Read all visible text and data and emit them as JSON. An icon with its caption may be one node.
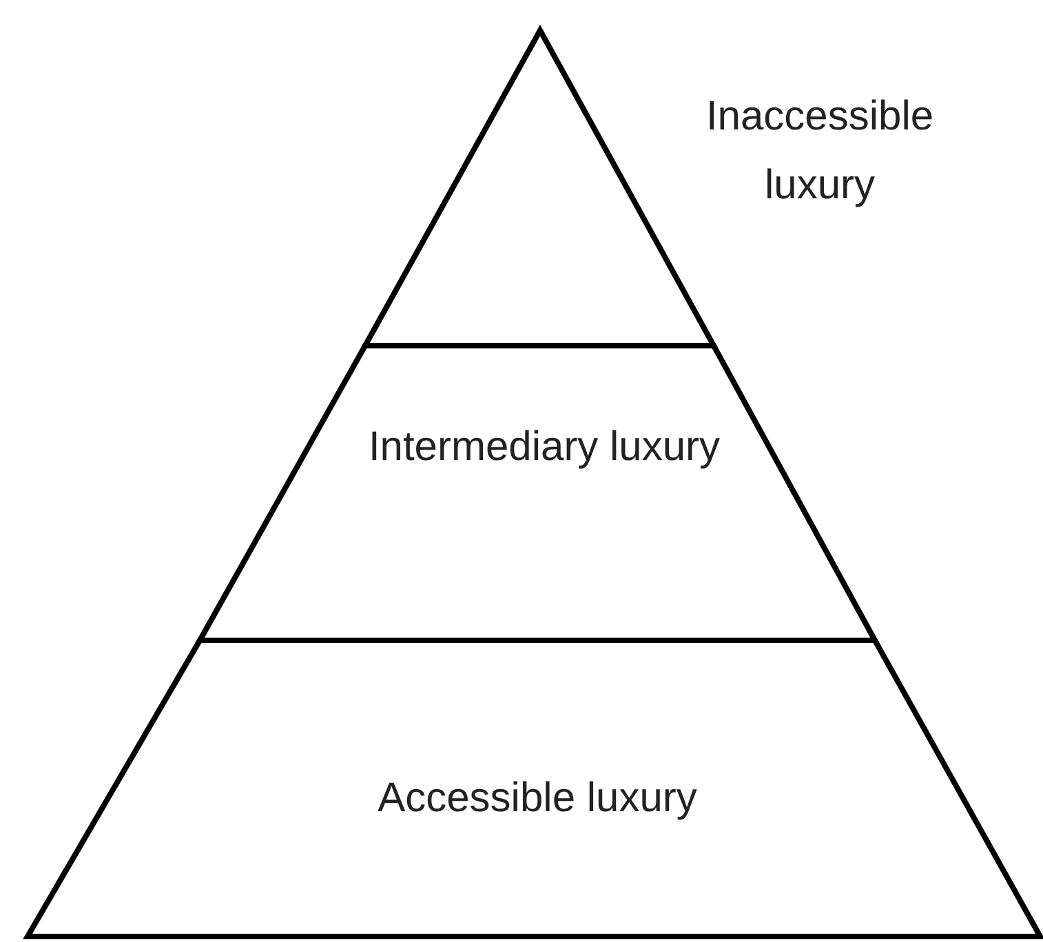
{
  "diagram": {
    "nodes": [
      {
        "text": [
          "Inaccessible luxury"
        ]
      },
      {
        "text": [
          "Intermediary luxury"
        ]
      },
      {
        "text": [
          "Accessible luxury"
        ]
      }
    ]
  }
}
